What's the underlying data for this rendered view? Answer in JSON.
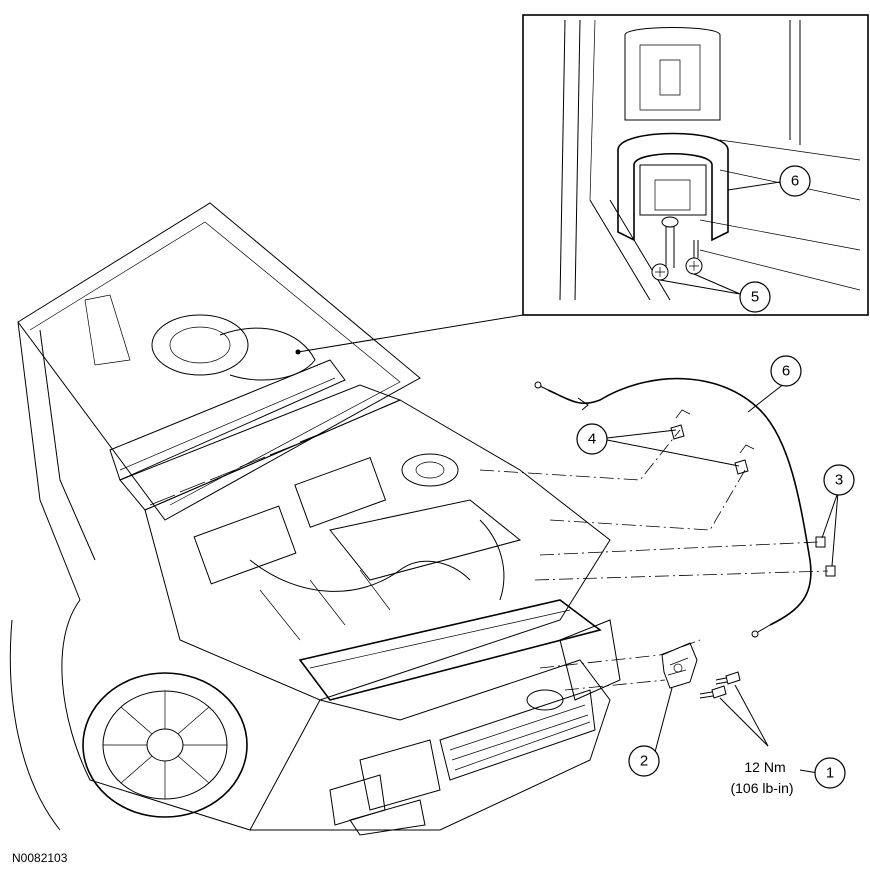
{
  "diagram": {
    "figure_code": "N0082103",
    "callouts": [
      {
        "id": "c1",
        "text": "1"
      },
      {
        "id": "c2",
        "text": "2"
      },
      {
        "id": "c3",
        "text": "3"
      },
      {
        "id": "c4",
        "text": "4"
      },
      {
        "id": "c5",
        "text": "5"
      },
      {
        "id": "c6-inset",
        "text": "6"
      },
      {
        "id": "c6-cable",
        "text": "6"
      }
    ],
    "torque": {
      "line1": "12 Nm",
      "line2": "(106 lb-in)"
    }
  }
}
